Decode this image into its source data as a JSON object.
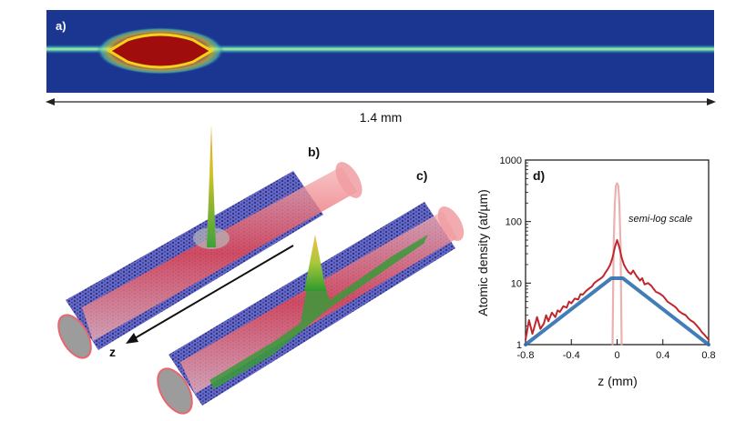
{
  "panel_a": {
    "label": "a)",
    "scale_label": "1.4 mm"
  },
  "panel_b": {
    "label": "b)"
  },
  "panel_c": {
    "label": "c)"
  },
  "axis_3d_label": "z",
  "chart_data": {
    "type": "line",
    "label": "d)",
    "xlabel": "z (mm)",
    "ylabel": "Atomic density (at/µm)",
    "annotation": "semi-log scale",
    "yscale": "log",
    "xlim": [
      -0.8,
      0.8
    ],
    "ylim": [
      1,
      1000
    ],
    "xticks": [
      -0.8,
      -0.4,
      0,
      0.4,
      0.8
    ],
    "xtick_labels": [
      "-0.8",
      "-0.4",
      "0",
      "0.4",
      "0.8"
    ],
    "yticks": [
      1,
      10,
      100,
      1000
    ],
    "ytick_labels": [
      "1",
      "10",
      "100",
      "1000"
    ],
    "colors": {
      "measured": "#c0272d",
      "fit": "#2f6fb0",
      "peak": "#e8a3a3"
    },
    "series": [
      {
        "key": "measured",
        "x": [
          -0.8,
          -0.77,
          -0.74,
          -0.72,
          -0.7,
          -0.67,
          -0.64,
          -0.62,
          -0.6,
          -0.57,
          -0.54,
          -0.52,
          -0.5,
          -0.47,
          -0.44,
          -0.42,
          -0.4,
          -0.37,
          -0.34,
          -0.32,
          -0.3,
          -0.27,
          -0.24,
          -0.22,
          -0.2,
          -0.17,
          -0.14,
          -0.12,
          -0.1,
          -0.08,
          -0.06,
          -0.04,
          -0.02,
          0,
          0.02,
          0.04,
          0.06,
          0.08,
          0.1,
          0.12,
          0.14,
          0.17,
          0.2,
          0.22,
          0.24,
          0.27,
          0.3,
          0.32,
          0.34,
          0.37,
          0.4,
          0.42,
          0.44,
          0.47,
          0.5,
          0.52,
          0.54,
          0.57,
          0.6,
          0.62,
          0.64,
          0.67,
          0.7,
          0.72,
          0.74,
          0.77,
          0.8
        ],
        "y": [
          1.2,
          2.5,
          1.5,
          2.0,
          2.8,
          1.8,
          2.2,
          3.0,
          2.4,
          3.3,
          2.8,
          3.6,
          3.4,
          4.2,
          4.0,
          5.0,
          4.7,
          5.6,
          5.4,
          6.6,
          6.5,
          7.5,
          8.3,
          8.8,
          10,
          11,
          12,
          13,
          15,
          17,
          20,
          26,
          38,
          50,
          38,
          26,
          20,
          17,
          15,
          14,
          16,
          13,
          11,
          12,
          9.5,
          10,
          9.0,
          8.0,
          7.2,
          6.8,
          6.2,
          5.6,
          5.0,
          4.6,
          4.2,
          3.9,
          3.5,
          3.2,
          3.0,
          2.7,
          2.5,
          2.3,
          2.0,
          1.8,
          1.6,
          1.4,
          1.2
        ]
      },
      {
        "key": "fit",
        "x": [
          -0.8,
          -0.05,
          0.05,
          0.8
        ],
        "y": [
          1.0,
          12.0,
          12.0,
          1.0
        ]
      },
      {
        "key": "peak",
        "x": [
          -0.04,
          -0.03,
          -0.02,
          -0.01,
          0,
          0.01,
          0.02,
          0.03,
          0.04
        ],
        "y": [
          1.0,
          40,
          200,
          380,
          420,
          380,
          200,
          40,
          1.0
        ]
      }
    ]
  }
}
